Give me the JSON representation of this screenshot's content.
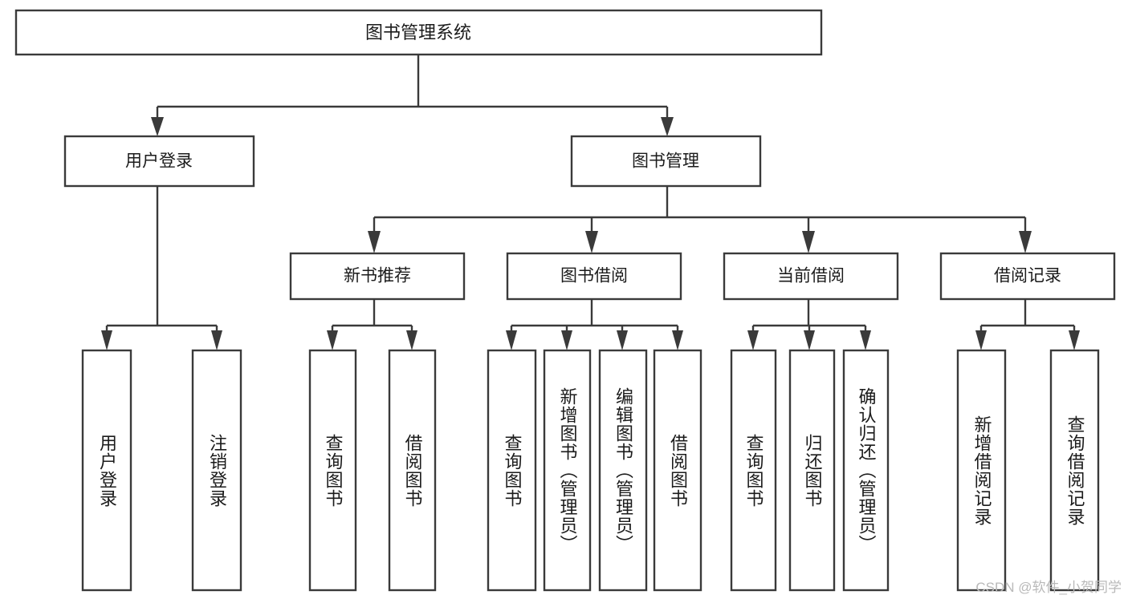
{
  "diagram": {
    "type": "tree-hierarchy",
    "title": "图书管理系统",
    "watermark": "CSDN @软件_小贺同学",
    "colors": {
      "stroke": "#3a3a3a",
      "box_fill": "#ffffff",
      "text": "#1b1b1b",
      "background": "#ffffff",
      "watermark": "#b9b9b9"
    },
    "levels": {
      "root": {
        "label": "图书管理系统"
      },
      "level2": [
        {
          "label": "用户登录"
        },
        {
          "label": "图书管理"
        }
      ],
      "level3": [
        {
          "label": "新书推荐"
        },
        {
          "label": "图书借阅"
        },
        {
          "label": "当前借阅"
        },
        {
          "label": "借阅记录"
        }
      ],
      "leaves": {
        "user_login": [
          {
            "label": "用户登录"
          },
          {
            "label": "注销登录"
          }
        ],
        "new_book_recommend": [
          {
            "label": "查询图书"
          },
          {
            "label": "借阅图书"
          }
        ],
        "book_borrow": [
          {
            "label": "查询图书"
          },
          {
            "label": "新增图书（管理员）"
          },
          {
            "label": "编辑图书（管理员）"
          },
          {
            "label": "借阅图书"
          }
        ],
        "current_borrow": [
          {
            "label": "查询图书"
          },
          {
            "label": "归还图书"
          },
          {
            "label": "确认归还（管理员）"
          }
        ],
        "borrow_record": [
          {
            "label": "新增借阅记录"
          },
          {
            "label": "查询借阅记录"
          }
        ]
      }
    }
  }
}
